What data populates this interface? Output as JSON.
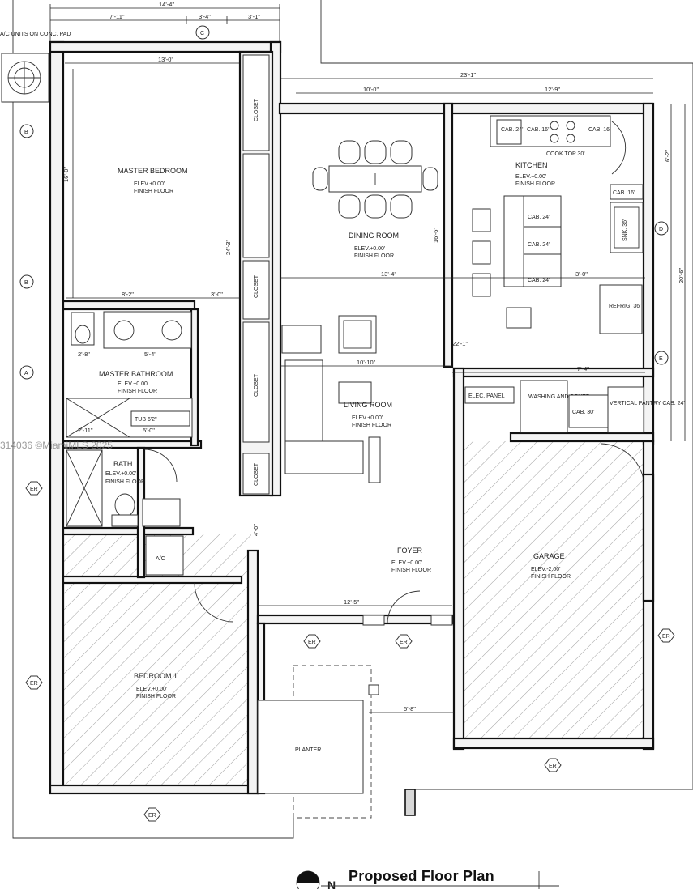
{
  "plan_title": "Proposed Floor Plan",
  "watermark": "314036 ©MiamiMLS 2025",
  "ac_note": "A/C UNITS ON CONC. PAD",
  "north_label": "N",
  "grid": {
    "c": "C",
    "b1": "B",
    "b2": "B",
    "a": "A",
    "d": "D",
    "e": "E"
  },
  "rooms": {
    "master_bedroom": {
      "name": "MASTER BEDROOM",
      "elev": "ELEV.+0.00'",
      "finish": "FINISH FLOOR"
    },
    "master_bathroom": {
      "name": "MASTER BATHROOM",
      "elev": "ELEV.+0.00'",
      "finish": "FINISH FLOOR"
    },
    "bath": {
      "name": "BATH",
      "elev": "ELEV.+0.00'",
      "finish": "FINISH FLOOR"
    },
    "bedroom1": {
      "name": "BEDROOM 1",
      "elev": "ELEV.+0.00'",
      "finish": "FINISH FLOOR"
    },
    "dining": {
      "name": "DINING ROOM",
      "elev": "ELEV.+0.00'",
      "finish": "FINISH FLOOR"
    },
    "living": {
      "name": "LIVING ROOM",
      "elev": "ELEV.+0.00'",
      "finish": "FINISH FLOOR"
    },
    "kitchen": {
      "name": "KITCHEN",
      "elev": "ELEV.+0.00'",
      "finish": "FINISH FLOOR"
    },
    "foyer": {
      "name": "FOYER",
      "elev": "ELEV.+0.00'",
      "finish": "FINISH FLOOR"
    },
    "garage": {
      "name": "GARAGE",
      "elev": "ELEV.-2.00'",
      "finish": "FINISH FLOOR"
    }
  },
  "labels": {
    "closet": "CLOSET",
    "tub": "TUB 6'2\"",
    "ac": "A/C",
    "planter": "PLANTER",
    "cab24": "CAB. 24'",
    "cab16": "CAB. 16'",
    "cab24b": "CAB. 24'",
    "cab16b": "CAB. 16'",
    "cooktop": "COOK TOP 30'",
    "cab16c": "CAB. 16'",
    "snk": "SNK. 36'",
    "cab_isl1": "CAB. 24'",
    "cab_isl2": "CAB. 24'",
    "cab_isl3": "CAB. 24'",
    "refrig": "REFRIG. 36'",
    "elec_panel": "ELEC. PANEL",
    "washing": "WASHING AND DRYER",
    "cab30": "CAB. 30'",
    "pantry": "VERTICAL PANTRY CAB. 24'",
    "er": "ER"
  },
  "dimensions": {
    "top_total": "14'-4\"",
    "top_a": "7'-11\"",
    "top_b": "3'-4\"",
    "top_c": "3'-1\"",
    "master_w": "13'-0\"",
    "master_h": "16'-0\"",
    "r_total": "23'-1\"",
    "r_dining": "10'-0\"",
    "r_dining2": "12'-9\"",
    "r_kitchen": "12'-9\"",
    "d1": "8'-2\"",
    "d2": "3'-0\"",
    "d3": "13'-4\"",
    "d4": "3'-0\"",
    "d5": "5'-4\"",
    "d6": "2'-8\"",
    "d7": "10'-10\"",
    "d8": "7'-4\"",
    "d9": "12'-5\"",
    "d10": "5'-8\"",
    "d11": "5'-0\"",
    "d12": "2'-11\"",
    "d13": "24'-3\"",
    "d14": "16'-6\"",
    "d15": "4'-0\"",
    "d16": "6'-2\"",
    "d17": "20'-6\"",
    "d18": "22'-1\""
  }
}
